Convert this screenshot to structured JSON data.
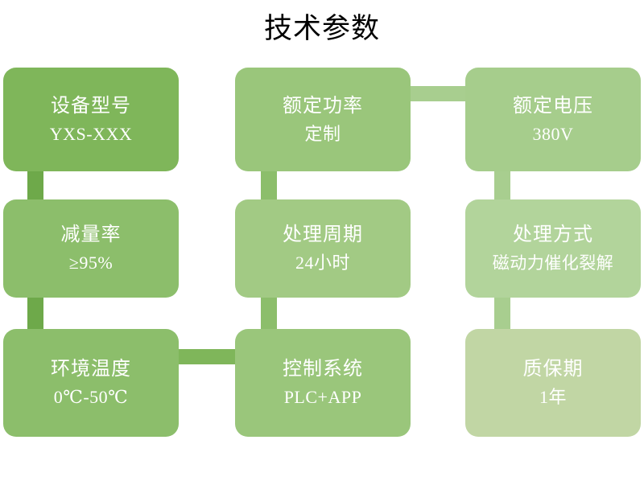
{
  "page": {
    "title": "技术参数",
    "background": "#ffffff"
  },
  "palette": {
    "green_1": "#7FB65A",
    "green_2": "#8CBE6B",
    "green_3": "#9AC67B",
    "green_4": "#A6CD8C",
    "green_5": "#B2D49B",
    "green_6": "#BCD9A7",
    "green_7": "#C6DEB3",
    "connector_dark": "#6EA94A",
    "connector_light": "#A8CE8F",
    "text": "#ffffff",
    "title_text": "#000000"
  },
  "grid": {
    "columns": 3,
    "rows": 3,
    "cards": [
      {
        "id": "card-model",
        "label": "设备型号",
        "value": "YXS-XXX",
        "color": "#7FB65A",
        "row": 1,
        "col": 1
      },
      {
        "id": "card-power",
        "label": "额定功率",
        "value": "定制",
        "color": "#9AC67B",
        "row": 1,
        "col": 2
      },
      {
        "id": "card-voltage",
        "label": "额定电压",
        "value": "380V",
        "color": "#A6CD8C",
        "row": 1,
        "col": 3
      },
      {
        "id": "card-reduction",
        "label": "减量率",
        "value": "≥95%",
        "color": "#8CBE6B",
        "row": 2,
        "col": 1
      },
      {
        "id": "card-cycle",
        "label": "处理周期",
        "value": "24小时",
        "color": "#A2CA84",
        "row": 2,
        "col": 2
      },
      {
        "id": "card-method",
        "label": "处理方式",
        "value": "磁动力催化裂解",
        "color": "#B2D49B",
        "row": 2,
        "col": 3
      },
      {
        "id": "card-temperature",
        "label": "环境温度",
        "value": "0℃-50℃",
        "color": "#8CBE6B",
        "row": 3,
        "col": 1
      },
      {
        "id": "card-control",
        "label": "控制系统",
        "value": "PLC+APP",
        "color": "#9AC67B",
        "row": 3,
        "col": 2
      },
      {
        "id": "card-warranty",
        "label": "质保期",
        "value": "1年",
        "color": "#C1D6A4",
        "row": 3,
        "col": 3
      }
    ]
  },
  "connectors": [
    {
      "id": "vconn-col1",
      "orientation": "vertical",
      "color": "#6EA94A"
    },
    {
      "id": "vconn-col2",
      "orientation": "vertical",
      "color": "#8CBE6B"
    },
    {
      "id": "vconn-col3",
      "orientation": "vertical",
      "color": "#A8CE8F"
    },
    {
      "id": "hconn-row1",
      "orientation": "horizontal",
      "color": "#A8CE8F"
    },
    {
      "id": "hconn-row3",
      "orientation": "horizontal",
      "color": "#7FB65A"
    }
  ]
}
